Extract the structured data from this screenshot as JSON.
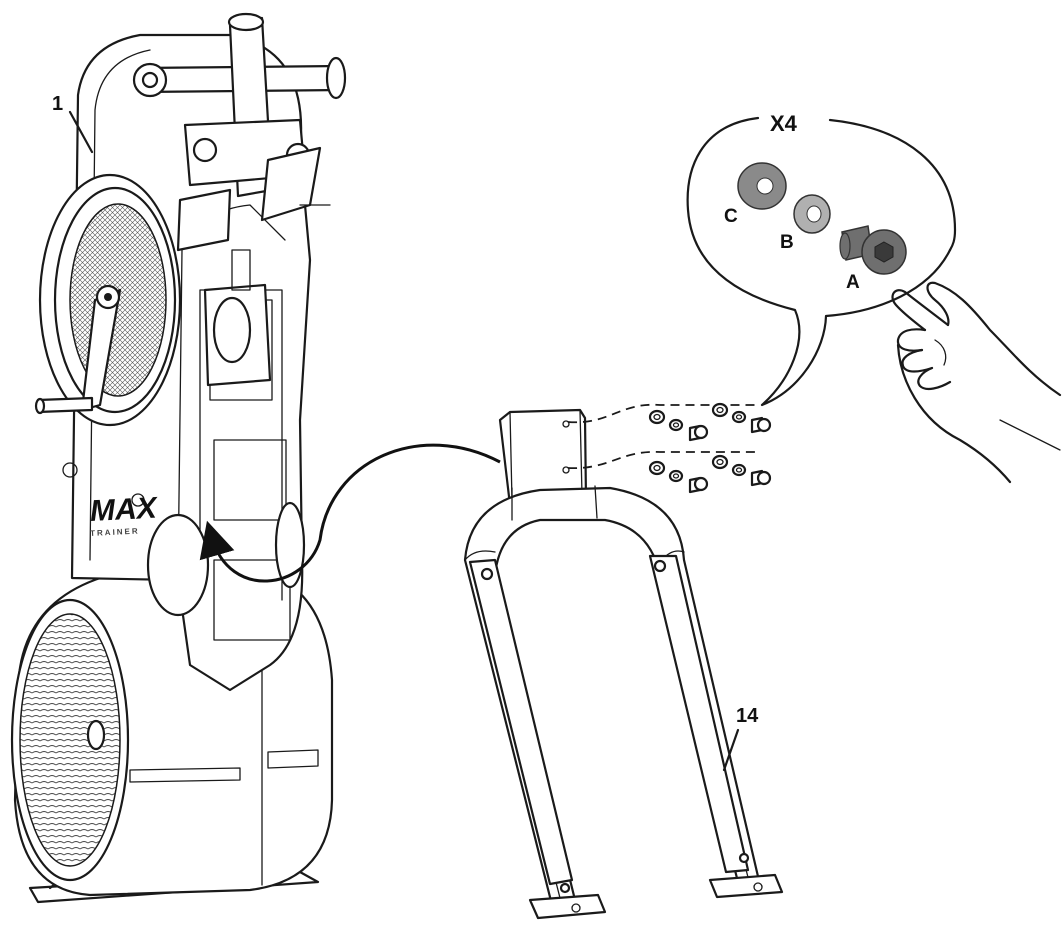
{
  "labels": {
    "part_machine": "1",
    "part_stand": "14",
    "quantity": "X4",
    "part_a": "A",
    "part_b": "B",
    "part_c": "C"
  },
  "brand_text": "MAX",
  "brand_subtext": "TRAINER",
  "colors": {
    "line": "#1a1a1a",
    "washer_c": "#8a8a8a",
    "washer_b": "#b0b0b0",
    "bolt": "#6f6f6f"
  },
  "icons": [
    "machine-body",
    "rear-stabilizer-stand",
    "bolt-icon",
    "washer-icon",
    "hand-icon",
    "arrow-icon",
    "callout-bubble"
  ]
}
